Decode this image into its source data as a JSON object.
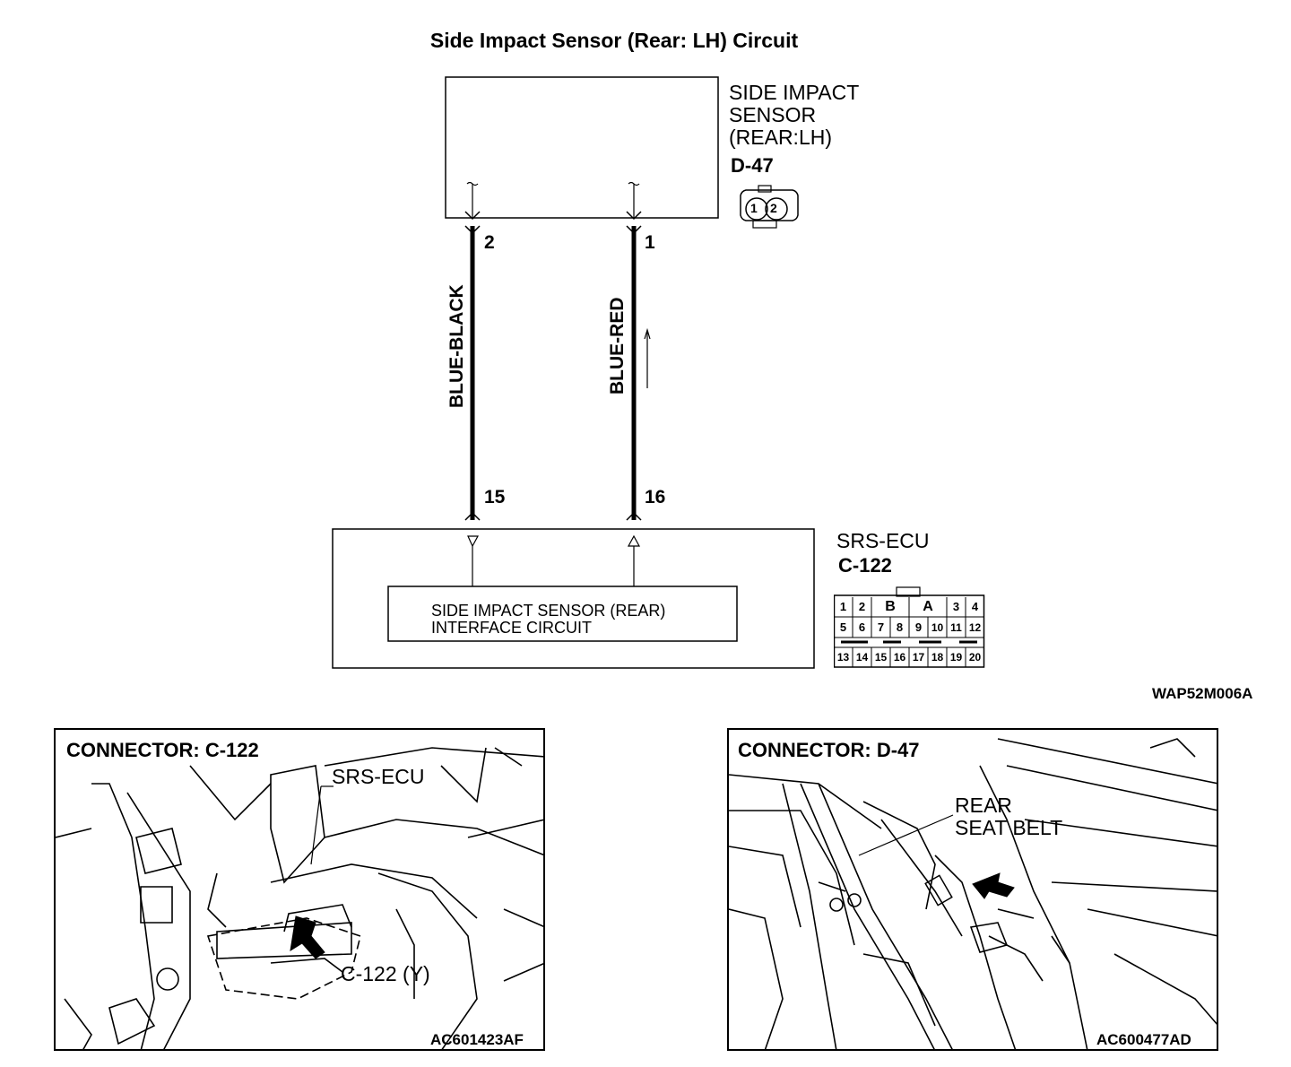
{
  "title": "Side Impact Sensor (Rear: LH) Circuit",
  "sensor": {
    "name_lines": [
      "SIDE IMPACT",
      "SENSOR",
      "(REAR:LH)"
    ],
    "connector": "D-47",
    "pins_top": [
      "2",
      "1"
    ],
    "connector_face": [
      "1",
      "2"
    ]
  },
  "wires": [
    {
      "color": "BLUE-BLACK",
      "sensor_pin": "2",
      "ecu_pin": "15"
    },
    {
      "color": "BLUE-RED",
      "sensor_pin": "1",
      "ecu_pin": "16"
    }
  ],
  "ecu": {
    "name": "SRS-ECU",
    "connector": "C-122",
    "interface_lines": [
      "SIDE IMPACT SENSOR (REAR)",
      "INTERFACE CIRCUIT"
    ],
    "connector_face": {
      "row1": [
        "1",
        "2",
        "B",
        "A",
        "3",
        "4"
      ],
      "row2": [
        "5",
        "6",
        "7",
        "8",
        "9",
        "10",
        "11",
        "12"
      ],
      "row3": [
        "13",
        "14",
        "15",
        "16",
        "17",
        "18",
        "19",
        "20"
      ]
    }
  },
  "diagram_code": "WAP52M006A",
  "photos": [
    {
      "title": "CONNECTOR: C-122",
      "callout": "SRS-ECU",
      "callout2": "C-122 (Y)",
      "code": "AC601423AF"
    },
    {
      "title": "CONNECTOR: D-47",
      "callout_lines": [
        "REAR",
        "SEAT BELT"
      ],
      "code": "AC600477AD"
    }
  ]
}
